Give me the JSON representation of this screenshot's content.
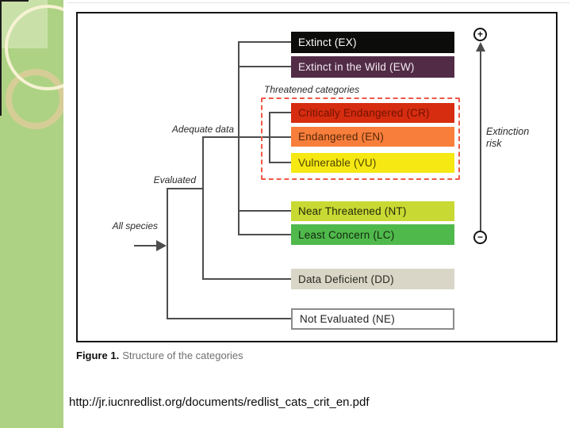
{
  "slide": {
    "figure": {
      "categories": [
        {
          "code": "EX",
          "label": "Extinct (EX)",
          "bg": "#0c0c0a",
          "fg": "#ffffff"
        },
        {
          "code": "EW",
          "label": "Extinct in the Wild (EW)",
          "bg": "#522c47",
          "fg": "#f3eaf1"
        },
        {
          "code": "CR",
          "label": "Critically Endangered (CR)",
          "bg": "#d62c10",
          "fg": "#701300"
        },
        {
          "code": "EN",
          "label": "Endangered (EN)",
          "bg": "#f87e3b",
          "fg": "#552709"
        },
        {
          "code": "VU",
          "label": "Vulnerable (VU)",
          "bg": "#f6e812",
          "fg": "#4e4504"
        },
        {
          "code": "NT",
          "label": "Near Threatened (NT)",
          "bg": "#c9d933",
          "fg": "#212a0b"
        },
        {
          "code": "LC",
          "label": "Least Concern (LC)",
          "bg": "#50b94c",
          "fg": "#12290f"
        },
        {
          "code": "DD",
          "label": "Data Deficient (DD)",
          "bg": "#d9d6c7",
          "fg": "#2a2a22"
        },
        {
          "code": "NE",
          "label": "Not Evaluated (NE)",
          "bg": "#ffffff",
          "fg": "#222222"
        }
      ],
      "threatened_group_label": "Threatened categories",
      "branch_labels": {
        "adequate_data": "Adequate data",
        "evaluated": "Evaluated",
        "all_species": "All species"
      },
      "risk_axis": {
        "label_line1": "Extinction",
        "label_line2": "risk",
        "top_sign": "+",
        "bottom_sign": "−"
      },
      "caption": {
        "bold": "Figure 1.",
        "rest": "Structure of the categories"
      }
    },
    "source_url": "http://jr.iucnredlist.org/documents/redlist_cats_crit_en.pdf",
    "colors": {
      "sidebar_green": "#aed284",
      "sidebar_ring_cream": "#f6f2d3",
      "sidebar_ring_tan": "#d6cd96",
      "threatened_dash_red": "#ee5749",
      "tree_line_gray": "#4d4d4d",
      "not_evaluated_border": "#8b8b8b"
    }
  }
}
